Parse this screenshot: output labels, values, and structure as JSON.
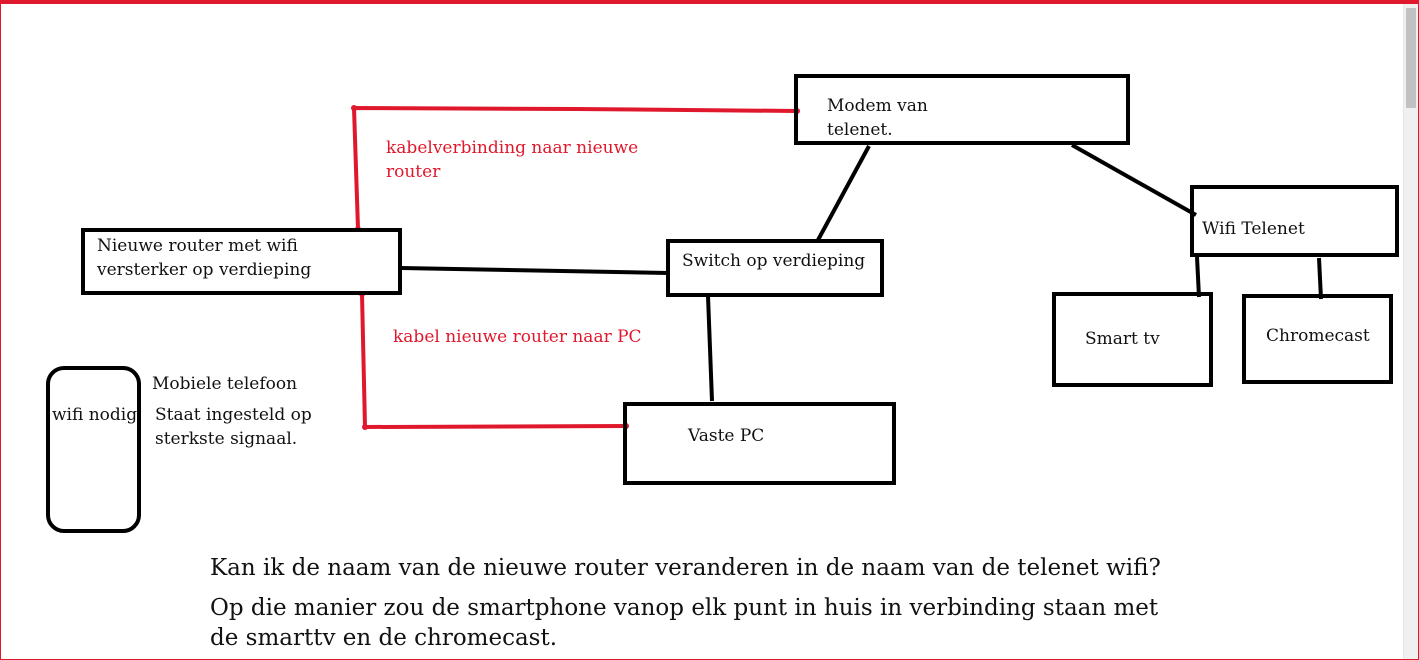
{
  "nodes": {
    "modem": {
      "line1": "Modem van",
      "line2": "telenet."
    },
    "new_router": {
      "line1": "Nieuwe router met wifi",
      "line2": "versterker  op verdieping"
    },
    "switch": {
      "label": "Switch op verdieping"
    },
    "wifi_telenet": {
      "label": "Wifi Telenet"
    },
    "smart_tv": {
      "label": "Smart tv"
    },
    "chromecast": {
      "label": "Chromecast"
    },
    "fixed_pc": {
      "label": "Vaste PC"
    },
    "phone": {
      "label": "wifi nodig"
    }
  },
  "annotations": {
    "cable_to_router_line1": "kabelverbinding naar nieuwe",
    "cable_to_router_line2": "router",
    "cable_router_pc": "kabel nieuwe router naar PC",
    "phone_title": "Mobiele telefoon",
    "phone_line1": "Staat ingesteld op",
    "phone_line2": "sterkste signaal."
  },
  "text": {
    "question": "Kan ik de naam van de nieuwe router veranderen in de naam van de telenet wifi?",
    "explanation_line1": "Op die manier zou de smartphone vanop elk punt in huis in verbinding staan met",
    "explanation_line2": "de smarttv en de chromecast."
  },
  "colors": {
    "cable_red": "#e0182d",
    "line_black": "#000000"
  }
}
